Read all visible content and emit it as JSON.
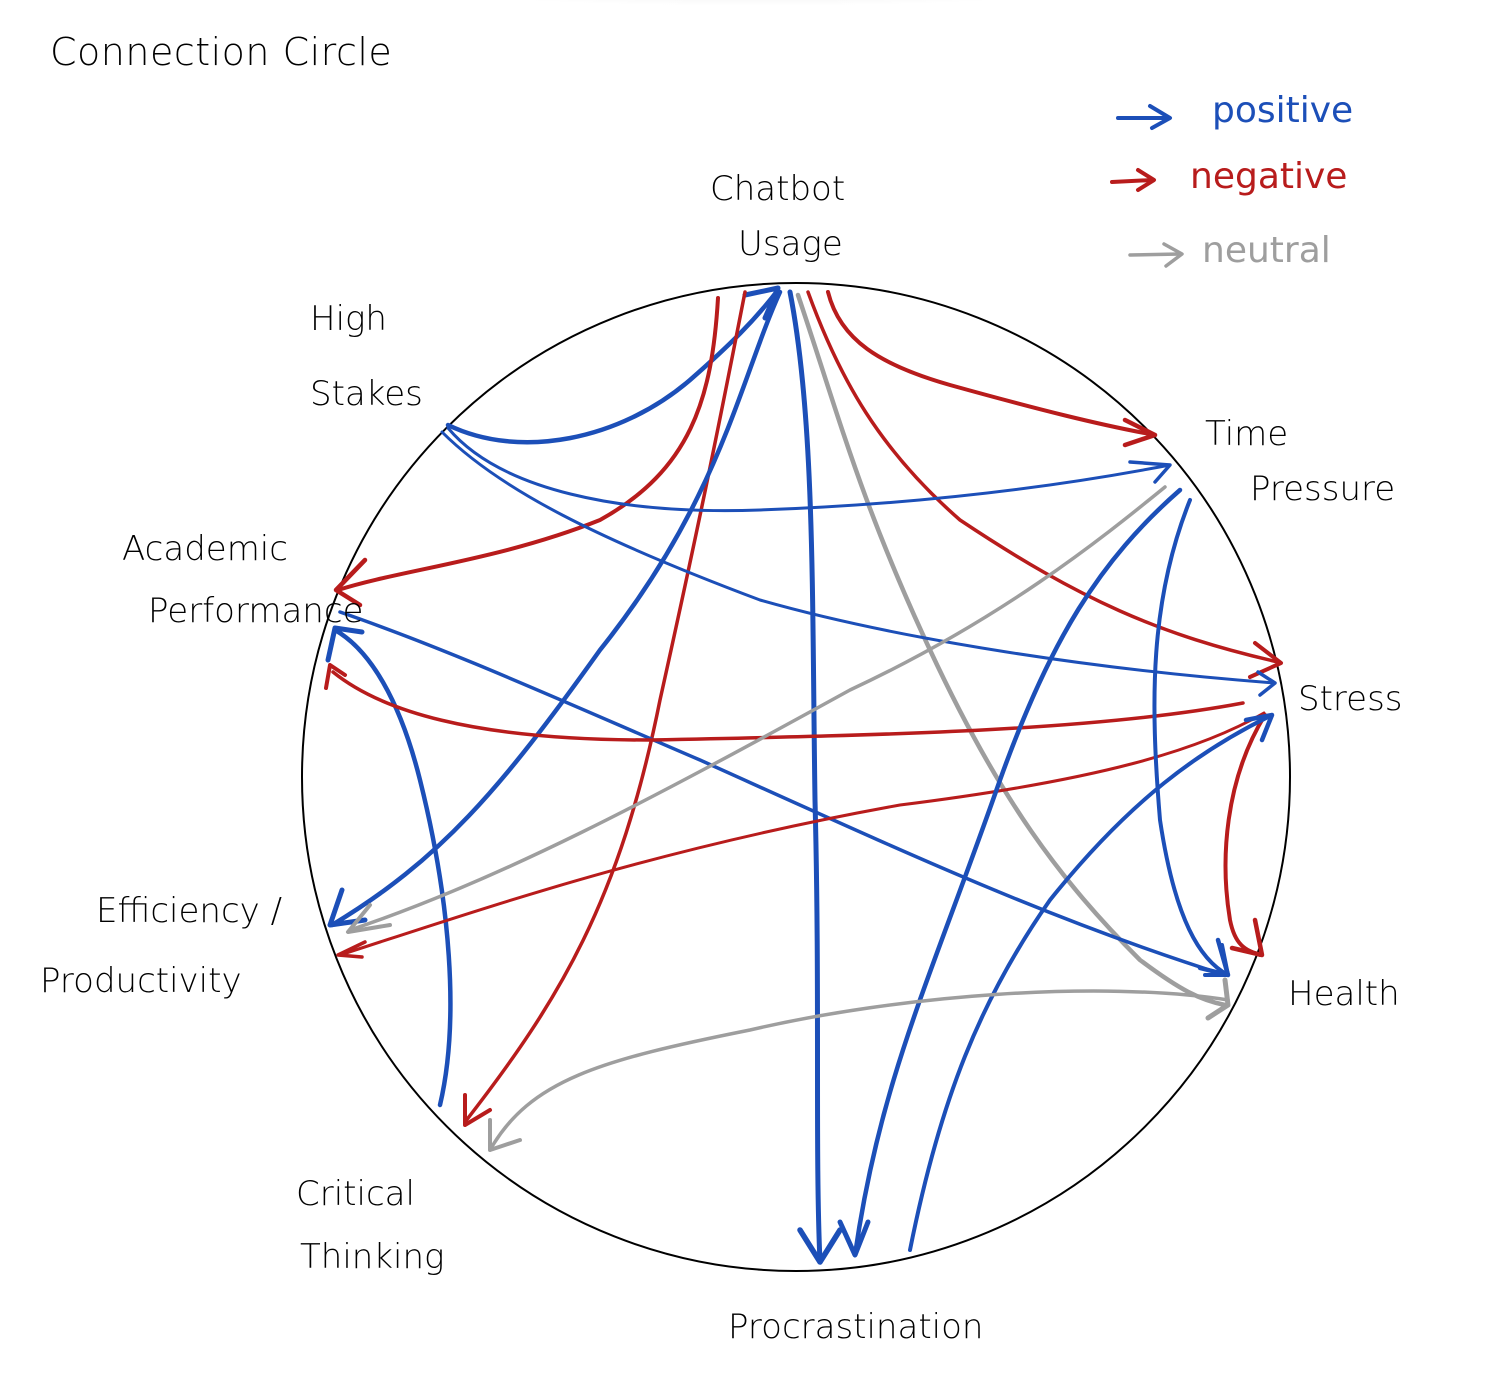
{
  "title": "Connection Circle",
  "legend": [
    {
      "key": "positive",
      "label": "positive",
      "color": "#1c4fb8"
    },
    {
      "key": "negative",
      "label": "negative",
      "color": "#b81c1c"
    },
    {
      "key": "neutral",
      "label": "neutral",
      "color": "#9e9e9e"
    }
  ],
  "nodes": [
    {
      "id": "chatbot",
      "lines": [
        "Chatbot",
        "Usage"
      ]
    },
    {
      "id": "time",
      "lines": [
        "Time",
        "Pressure"
      ]
    },
    {
      "id": "stress",
      "lines": [
        "Stress"
      ]
    },
    {
      "id": "health",
      "lines": [
        "Health"
      ]
    },
    {
      "id": "procrastination",
      "lines": [
        "Procrastination"
      ]
    },
    {
      "id": "critical",
      "lines": [
        "Critical",
        "Thinking"
      ]
    },
    {
      "id": "efficiency",
      "lines": [
        "Efficiency /",
        "Productivity"
      ]
    },
    {
      "id": "academic",
      "lines": [
        "Academic",
        "Performance"
      ]
    },
    {
      "id": "stakes",
      "lines": [
        "High",
        "Stakes"
      ]
    }
  ],
  "edges": [
    {
      "from": "stakes",
      "to": "chatbot",
      "polarity": "positive"
    },
    {
      "from": "chatbot",
      "to": "academic",
      "polarity": "negative"
    },
    {
      "from": "chatbot",
      "to": "critical",
      "polarity": "negative"
    },
    {
      "from": "chatbot",
      "to": "efficiency",
      "polarity": "positive"
    },
    {
      "from": "chatbot",
      "to": "procrastination",
      "polarity": "positive"
    },
    {
      "from": "chatbot",
      "to": "health",
      "polarity": "neutral"
    },
    {
      "from": "chatbot",
      "to": "stress",
      "polarity": "negative"
    },
    {
      "from": "chatbot",
      "to": "time",
      "polarity": "negative"
    },
    {
      "from": "stakes",
      "to": "time",
      "polarity": "positive"
    },
    {
      "from": "stakes",
      "to": "stress",
      "polarity": "positive"
    },
    {
      "from": "academic",
      "to": "health",
      "polarity": "positive"
    },
    {
      "from": "critical",
      "to": "academic",
      "polarity": "positive"
    },
    {
      "from": "stress",
      "to": "academic",
      "polarity": "negative"
    },
    {
      "from": "stress",
      "to": "efficiency",
      "polarity": "negative"
    },
    {
      "from": "time",
      "to": "efficiency",
      "polarity": "neutral"
    },
    {
      "from": "time",
      "to": "procrastination",
      "polarity": "positive"
    },
    {
      "from": "time",
      "to": "health",
      "polarity": "positive"
    },
    {
      "from": "stress",
      "to": "health",
      "polarity": "negative"
    },
    {
      "from": "procrastination",
      "to": "stress",
      "polarity": "positive"
    },
    {
      "from": "health",
      "to": "critical",
      "polarity": "neutral"
    }
  ]
}
